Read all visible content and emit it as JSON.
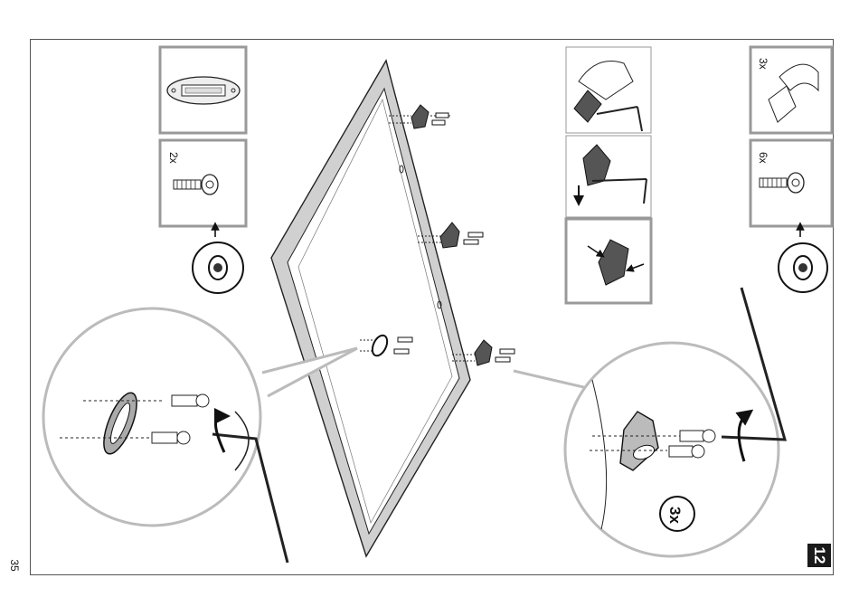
{
  "page": {
    "number": "35"
  },
  "step": {
    "number": "12"
  },
  "parts": {
    "screws_left": {
      "qty": "2x",
      "name": "screw-part"
    },
    "screws_right": {
      "qty": "6x",
      "name": "screw-part"
    },
    "brackets": {
      "qty": "3x",
      "name": "bracket-part"
    },
    "oval_fitting": {
      "name": "oval-fitting-part"
    }
  },
  "callout": {
    "repeat_label": "3x"
  },
  "colors": {
    "line": "#222222",
    "frame_gray": "#cccccc",
    "box_border": "#999999",
    "panel_fill": "#d8d8d8"
  }
}
